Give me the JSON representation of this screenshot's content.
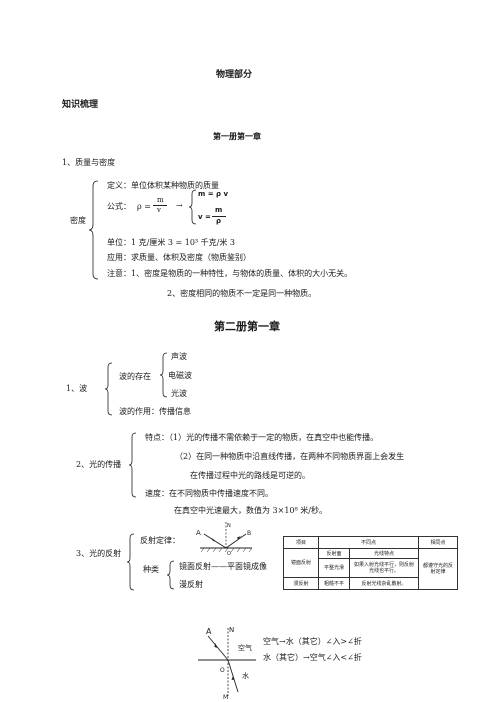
{
  "title": "物理部分",
  "section": "知识梳理",
  "chapter1": "第一册第一章",
  "item1": "1、质量与密度",
  "density": {
    "label": "密度",
    "def": "定义：单位体积某种物质的质量",
    "formula_label": "公式：",
    "rho": "ρ =",
    "m": "m",
    "v": "v",
    "arrow": "→",
    "f1": "m = ρ v",
    "f2_v": "v =",
    "f2_m": "m",
    "f2_rho": "ρ",
    "unit": "单位：1 克/厘米 3 = 10³ 千克/米 3",
    "app": "应用：求质量、体积及密度（物质鉴别）",
    "note1": "注意：1、密度是物质的一种特性，与物体的质量、体积的大小无关。",
    "note2": "2、密度相同的物质不一定是同一种物质。"
  },
  "chapter2": "第二册第一章",
  "wave": {
    "label": "1、波",
    "exist": "波的存在",
    "e1": "声波",
    "e2": "电磁波",
    "e3": "光波",
    "role": "波的作用：传播信息"
  },
  "light": {
    "label": "2、光的传播",
    "f1": "特点：（1）光的传播不需依赖于一定的物质，在真空中也能传播。",
    "f2": "（2）在同一种物质中沿直线传播，在两种不同物质界面上会发生",
    "f2b": "在传播过程中光的路线是可逆的。",
    "speed": "速度：在不同物质中传播速度不同。",
    "vac": "在真空中光速最大，数值为 3×10⁸ 米/秒。"
  },
  "reflect": {
    "label": "3、光的反射",
    "law": "反射定律：",
    "kind": "种类",
    "k1": "镜面反射——平面镜成像",
    "k2": "漫反射",
    "diag_n": "N",
    "diag_a": "A",
    "diag_b": "B",
    "diag_o": "O"
  },
  "table": {
    "h_item": "项目",
    "h_diff": "不同点",
    "h_same": "相同点",
    "sub1": "反射面",
    "sub2": "光线特点",
    "r1_name": "镜面反射",
    "r1_surface": "平整光滑",
    "r1_light": "如果入射光线平行，则反射光线也平行。",
    "same": "都遵守光的反射定律",
    "r2_name": "漫反射",
    "r2_surface": "粗糙不平",
    "r2_light": "反射光线杂乱散射。"
  },
  "refract": {
    "a": "A",
    "n": "N",
    "o": "O",
    "air": "空气",
    "water": "水",
    "m": "M",
    "line1": "空气→水（其它）∠入>∠折",
    "line2": "水（其它）→空气∠入<∠折"
  }
}
